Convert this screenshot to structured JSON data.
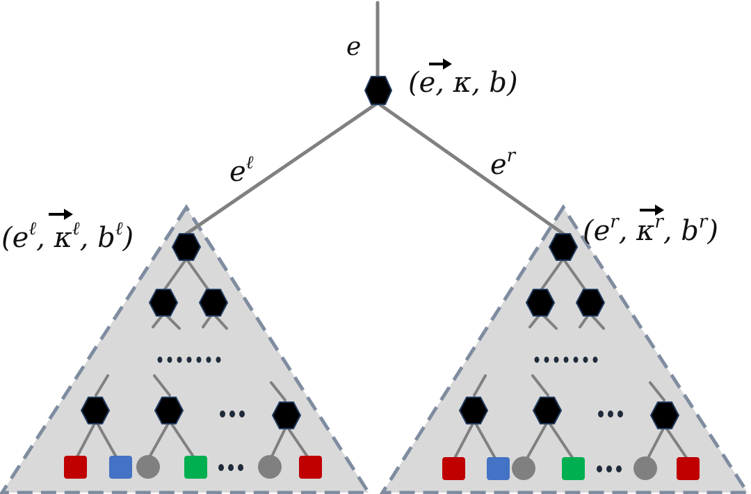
{
  "labels": {
    "root_edge": "e",
    "root_tuple": "(e, κ, b)",
    "left_edge": "e",
    "left_edge_sup": "ℓ",
    "right_edge": "e",
    "right_edge_sup": "r",
    "left_tuple": {
      "e": "e",
      "e_sup": "ℓ",
      "k": "κ",
      "k_sup": "ℓ",
      "b": "b",
      "b_sup": "ℓ"
    },
    "right_tuple": {
      "e": "e",
      "e_sup": "r",
      "k": "κ",
      "k_sup": "r",
      "b": "b",
      "b_sup": "r"
    }
  },
  "colors": {
    "edge": "#808080",
    "node": "#000000",
    "node_stroke": "#1f3a5f",
    "triangle_fill": "#d9d9d9",
    "triangle_stroke": "#7f8ca0",
    "red_leaf": "#c00000",
    "blue_leaf": "#4472c4",
    "gray_leaf": "#808080",
    "green_leaf": "#00b050"
  },
  "subtrees": [
    {
      "name": "left",
      "leaves": [
        "red",
        "blue",
        "gray",
        "green",
        "gray",
        "red"
      ]
    },
    {
      "name": "right",
      "leaves": [
        "red",
        "blue",
        "gray",
        "green",
        "gray",
        "red"
      ]
    }
  ]
}
